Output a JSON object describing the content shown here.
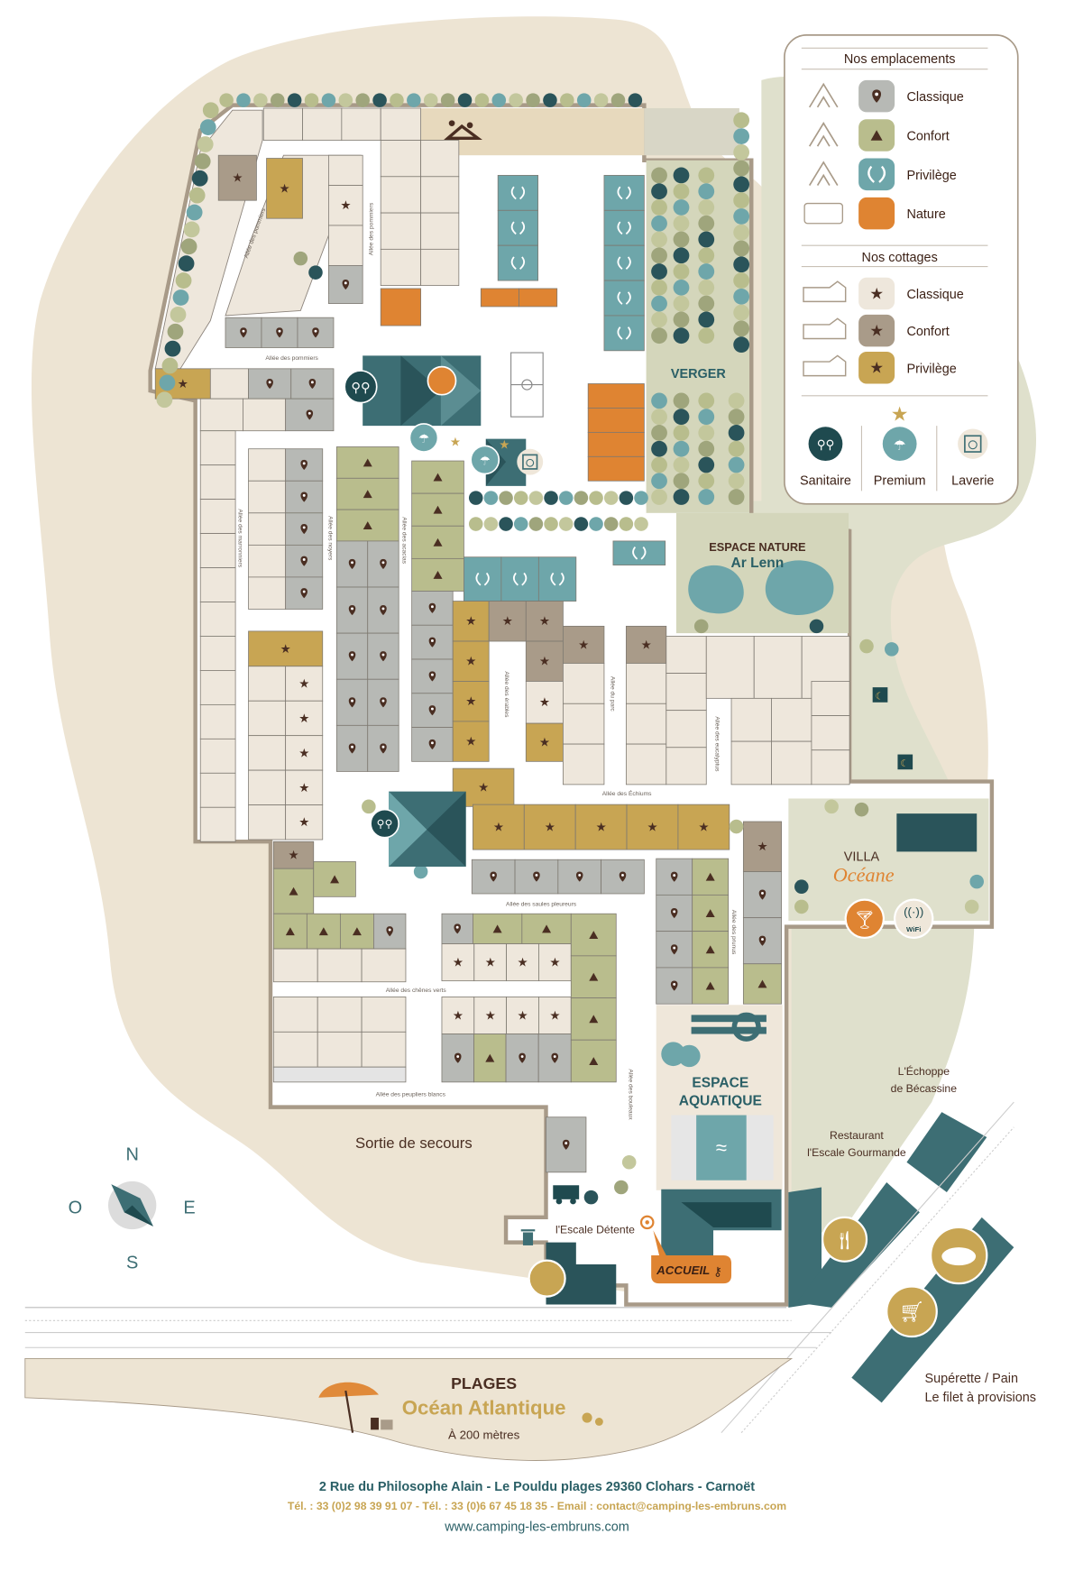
{
  "legend": {
    "emplacements_title": "Nos emplacements",
    "emplacements": [
      {
        "label": "Classique",
        "color": "#b7b9b5",
        "icon": "pin-icon",
        "kind": "tent-icon"
      },
      {
        "label": "Confort",
        "color": "#b9bd8d",
        "icon": "triangle-icon",
        "kind": "tent-icon"
      },
      {
        "label": "Privilège",
        "color": "#6ea6aa",
        "icon": "laurel-icon",
        "kind": "tent-icon"
      },
      {
        "label": "Nature",
        "color": "#df8432",
        "icon": "",
        "kind": "camper-van-icon"
      }
    ],
    "cottages_title": "Nos cottages",
    "cottages": [
      {
        "label": "Classique",
        "color": "#eee7dc",
        "icon": "star-icon"
      },
      {
        "label": "Confort",
        "color": "#a99b89",
        "icon": "star-icon"
      },
      {
        "label": "Privilège",
        "color": "#c8a553",
        "icon": "star-icon"
      }
    ],
    "services": [
      {
        "label": "Sanitaire",
        "icon": "restroom-icon"
      },
      {
        "label": "Premium",
        "icon": "shower-icon"
      },
      {
        "label": "Laverie",
        "icon": "washing-machine-icon"
      }
    ]
  },
  "zones": {
    "verger": "VERGER",
    "espace_nature": "ESPACE NATURE",
    "ar_lenn": "Ar Lenn",
    "villa": "VILLA",
    "oceane": "Océane",
    "wifi": "WiFi",
    "espace_aquatique_1": "ESPACE",
    "espace_aquatique_2": "AQUATIQUE",
    "sortie": "Sortie de secours",
    "escale_detente": "l'Escale Détente",
    "accueil": "ACCUEIL",
    "echoppe_1": "L'Échoppe",
    "echoppe_2": "de Bécassine",
    "restaurant_1": "Restaurant",
    "restaurant_2": "l'Escale Gourmande",
    "superette_1": "Supérette / Pain",
    "superette_2": "Le filet à provisions"
  },
  "allees": {
    "pommiers_diag": "Allée des pommiers",
    "pommiers_v": "Allée des pommiers",
    "pommiers_h": "Allée des pommiers",
    "marronniers": "Allée des marronniers",
    "noyers": "Allée des noyers",
    "acacias": "Allée des acacias",
    "erables": "Allée des érables",
    "parc": "Allée du parc",
    "eucalyptus": "Allée des eucalyptus",
    "echiums": "Allée des Échiums",
    "saules": "Allée des saules pleureurs",
    "chenes": "Allée des chênes verts",
    "bouleaux": "Allée des bouleaux",
    "prunus": "Allée des prunus",
    "peupliers": "Allée des peupliers blancs"
  },
  "compass": {
    "n": "N",
    "s": "S",
    "e": "E",
    "o": "O"
  },
  "beach": {
    "title": "PLAGES",
    "subtitle": "Océan Atlantique",
    "distance": "À 200 mètres"
  },
  "footer": {
    "address": "2 Rue du Philosophe Alain - Le Pouldu plages 29360 Clohars - Carnoët",
    "contact": "Tél. : 33 (0)2 98 39 91 07 - Tél. : 33 (0)6 67 45 18 35 - Email : contact@camping-les-embruns.com",
    "website": "www.camping-les-embruns.com"
  },
  "colors": {
    "teal_dark": "#1f4a4f",
    "teal": "#3d6e74",
    "gold": "#c8a553",
    "orange": "#df8432",
    "sand": "#ede4d3",
    "sage": "#dfe0cc",
    "brown_text": "#4a2e22"
  }
}
